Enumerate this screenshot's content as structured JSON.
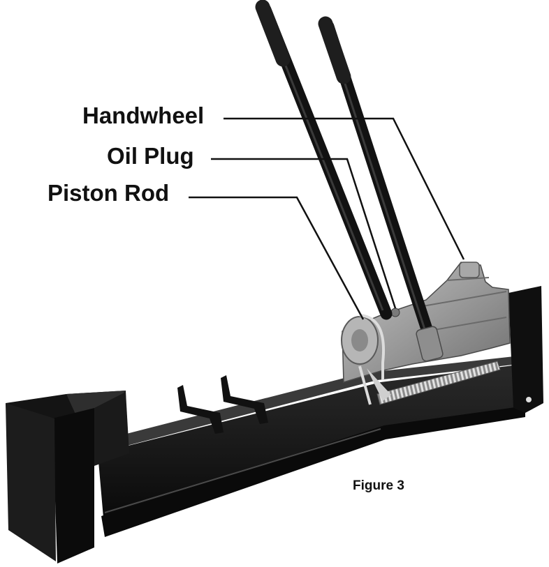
{
  "callouts": [
    {
      "id": "handwheel",
      "label": "Handwheel"
    },
    {
      "id": "oil-plug",
      "label": "Oil Plug"
    },
    {
      "id": "piston-rod",
      "label": "Piston Rod"
    }
  ],
  "caption": "Figure 3",
  "colors": {
    "steel_black": "#151515",
    "pump_gray": "#9a9a9a",
    "spring_gray": "#bdbdbd",
    "label_text": "#111111"
  }
}
